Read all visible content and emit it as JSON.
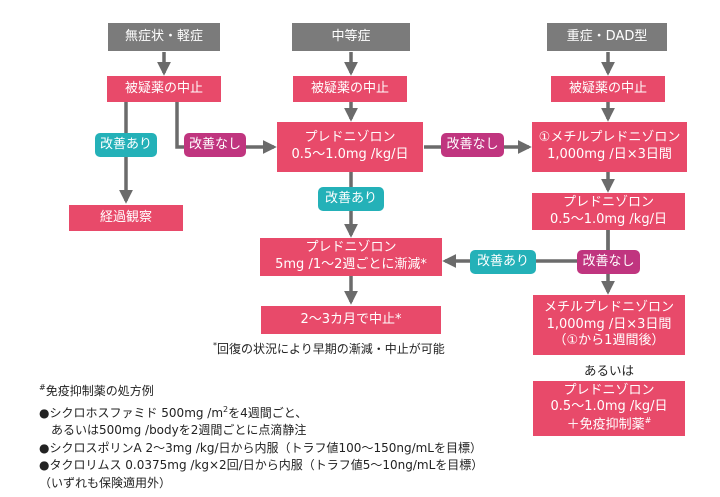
{
  "headers": {
    "mild": "無症状・軽症",
    "moderate": "中等症",
    "severe": "重症・DAD型"
  },
  "boxes": {
    "stop_mild": "被疑薬の中止",
    "stop_moderate": "被疑薬の中止",
    "stop_severe": "被疑薬の中止",
    "pred_mid_1": "プレドニゾロン",
    "pred_mid_2": "0.5〜1.0mg /kg/日",
    "pulse_1": "①メチルプレドニゾロン",
    "pulse_2": "1,000mg /日×3日間",
    "observe": "経過観察",
    "pred_taper_1": "プレドニゾロン",
    "pred_taper_2": "5mg /1〜2週ごとに漸減*",
    "pred_right_1": "プレドニゾロン",
    "pred_right_2": "0.5〜1.0mg /kg/日",
    "stop_final": "2〜3カ月で中止*",
    "pulse2_1": "メチルプレドニゾロン",
    "pulse2_2": "1,000mg /日×3日間",
    "pulse2_3": "（①から1週間後）",
    "or_text": "あるいは",
    "pred_immuno_1": "プレドニゾロン",
    "pred_immuno_2": "0.5〜1.0mg /kg/日",
    "pred_immuno_3": "＋免疫抑制薬",
    "pred_immuno_mark": "#"
  },
  "badges": {
    "improved_left": "改善あり",
    "not_improved_left": "改善なし",
    "not_improved_mid": "改善なし",
    "improved_mid": "改善あり",
    "improved_right": "改善あり",
    "not_improved_right": "改善なし"
  },
  "footnote": {
    "mark": "*",
    "text": "回復の状況により早期の漸減・中止が可能"
  },
  "legend": {
    "title_mark": "#",
    "title": "免疫抑制薬の処方例",
    "item1_a": "●シクロホスファミド 500mg /m",
    "item1_sup": "2",
    "item1_b": "を4週間ごと、",
    "item1_line2": "あるいは500mg /bodyを2週間ごとに点滴静注",
    "item2": "●シクロスポリンA 2〜3mg /kg/日から内服（トラフ値100〜150ng/mLを目標）",
    "item3": "●タクロリムス 0.0375mg /kg×2回/日から内服（トラフ値5〜10ng/mLを目標）",
    "item4": "（いずれも保険適用外）"
  },
  "colors": {
    "header_gray": "#7b7b7b",
    "box_red": "#e84a6a",
    "badge_teal": "#24b1b8",
    "badge_magenta": "#c0357f",
    "arrow_gray": "#6b6b6b"
  }
}
